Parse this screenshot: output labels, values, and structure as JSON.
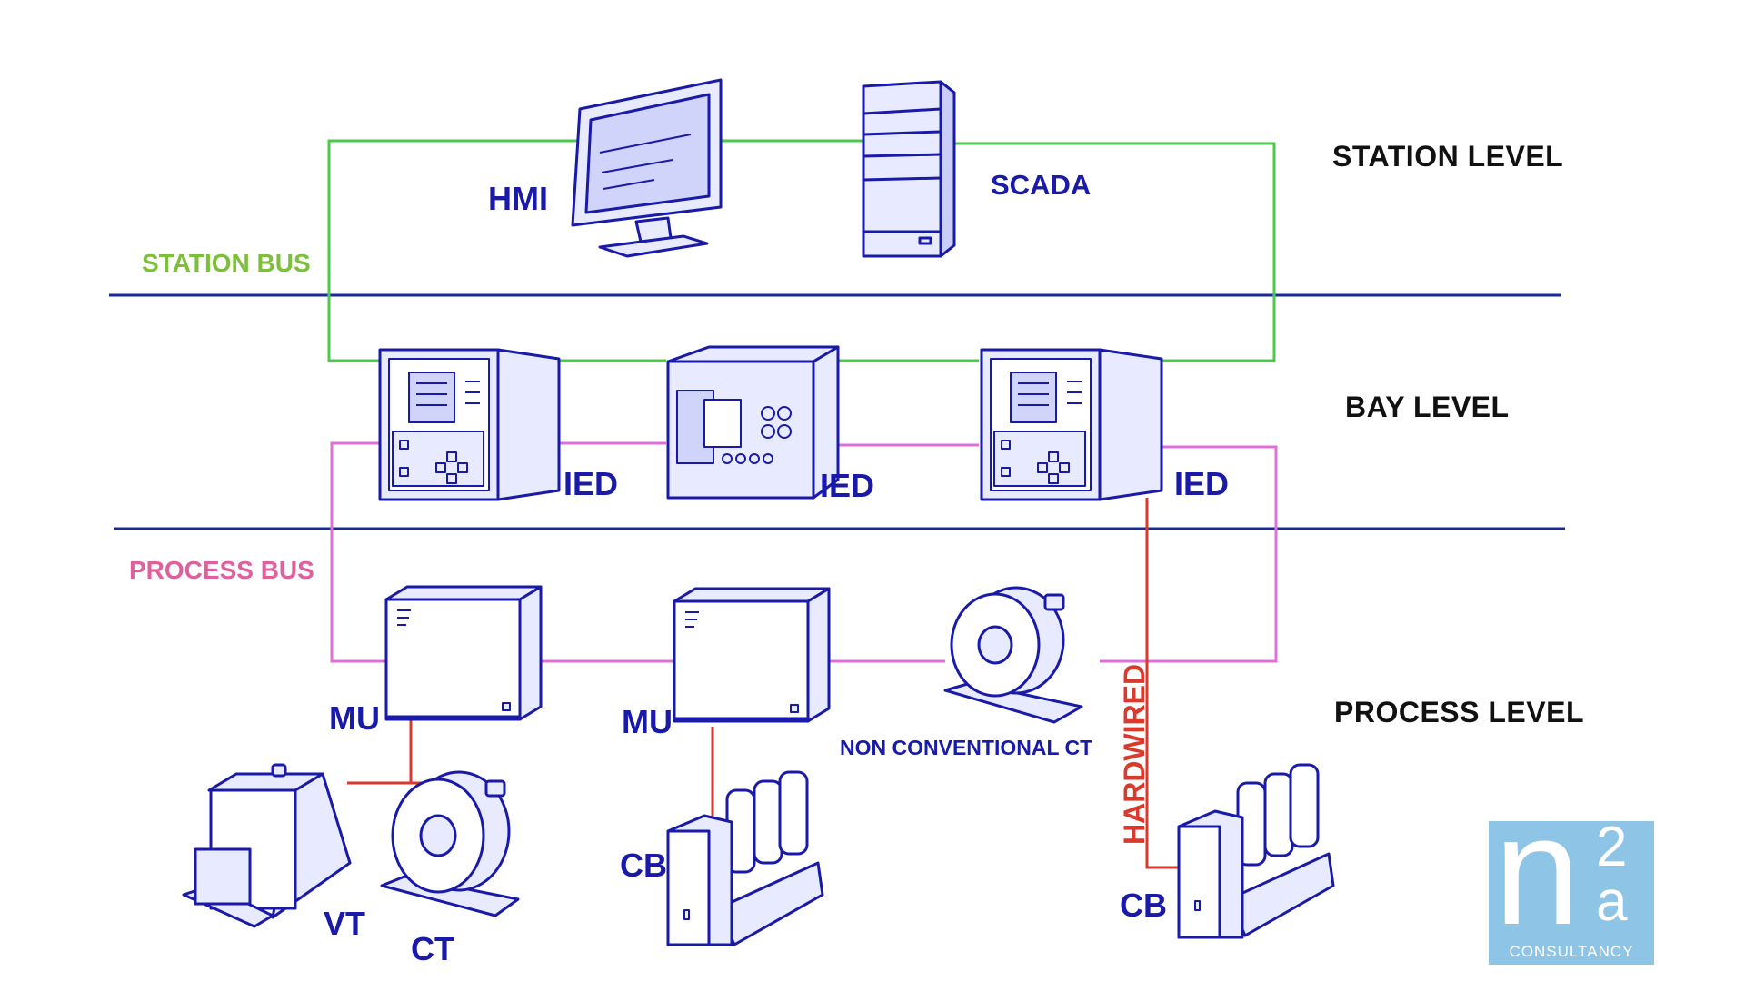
{
  "levels": {
    "station": "STATION LEVEL",
    "bay": "BAY LEVEL",
    "process": "PROCESS LEVEL"
  },
  "buses": {
    "station": "STATION BUS",
    "process": "PROCESS BUS"
  },
  "devices": {
    "hmi": "HMI",
    "scada": "SCADA",
    "ied": "IED",
    "mu": "MU",
    "vt": "VT",
    "ct": "CT",
    "cb": "CB",
    "non_conventional_ct": "NON CONVENTIONAL CT",
    "hardwired": "HARDWIRED"
  },
  "logo": {
    "main": "n",
    "superscript": "2",
    "subscript": "a",
    "name": "CONSULTANCY"
  },
  "colors": {
    "device_stroke": "#1a1aa8",
    "device_fill": "#e8eaff",
    "station_bus": "#4cc94c",
    "process_bus": "#e070d8",
    "hardwired": "#d93a2b",
    "level_divider": "#1a2a9c",
    "logo_bg": "#8ec5e6"
  }
}
